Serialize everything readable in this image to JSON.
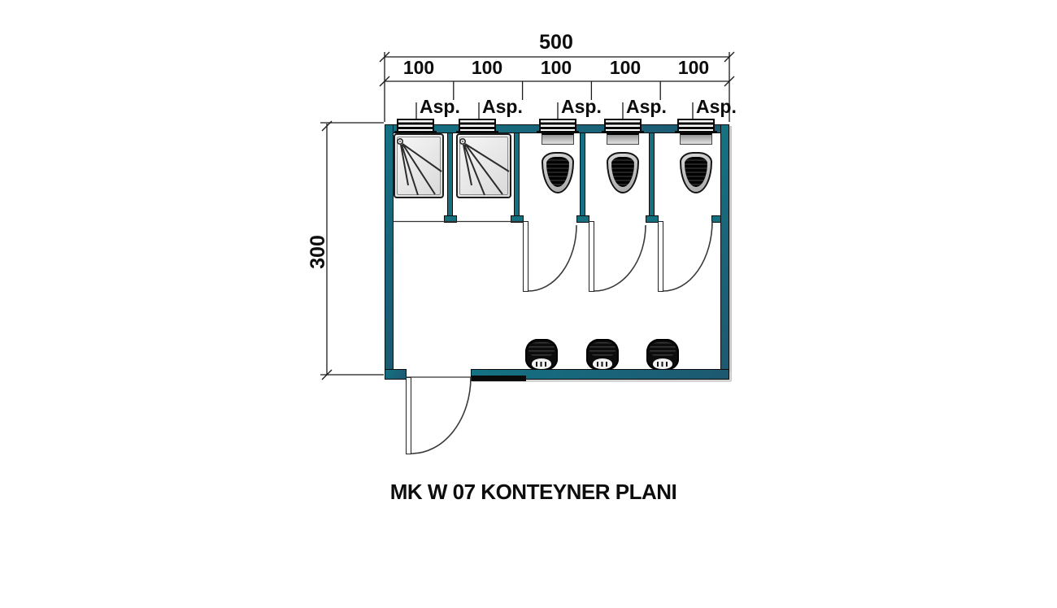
{
  "title": "MK W 07 KONTEYNER PLANI",
  "dimensions": {
    "total_width_label": "500",
    "bay_labels": [
      "100",
      "100",
      "100",
      "100",
      "100"
    ],
    "height_label": "300"
  },
  "vents": {
    "labels": [
      "Asp.",
      "Asp.",
      "Asp.",
      "Asp.",
      "Asp."
    ]
  },
  "fixtures": {
    "shower_count": 2,
    "toilet_count": 3,
    "sink_count": 3,
    "stall_door_count": 3,
    "entrance_door_count": 1
  },
  "colors": {
    "wall_teal": "#17687D",
    "wall_teal_dark": "#1C5B73",
    "outline_black": "#0C0C0C",
    "fixture_light_gray": "#E9E9E9",
    "fixture_mid_gray": "#BFBFBF",
    "fixture_dark": "#0D0D0D"
  }
}
